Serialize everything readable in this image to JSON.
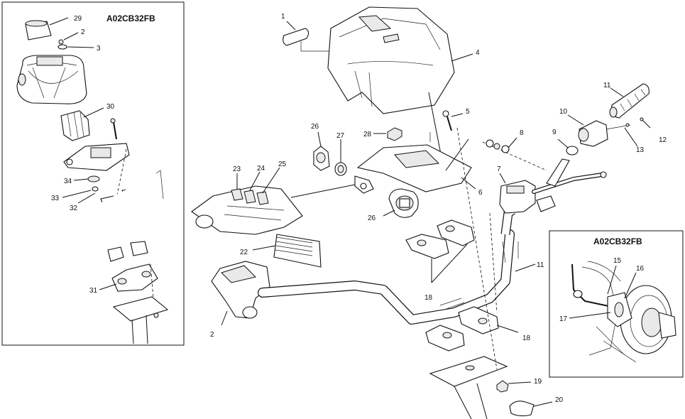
{
  "insets": {
    "left_code": "A02CB32FB",
    "right_code": "A02CB32FB"
  },
  "callouts": {
    "c1": "1",
    "c2": "2",
    "c2b": "2",
    "c3": "3",
    "c4": "4",
    "c5": "5",
    "c6": "6",
    "c7": "7",
    "c8": "8",
    "c9": "9",
    "c10": "10",
    "c11": "11",
    "c11b": "11",
    "c12": "12",
    "c13": "13",
    "c15": "15",
    "c16": "16",
    "c17": "17",
    "c18": "18",
    "c18b": "18",
    "c19": "19",
    "c20": "20",
    "c22": "22",
    "c23": "23",
    "c24": "24",
    "c25": "25",
    "c26": "26",
    "c26b": "26",
    "c27": "27",
    "c28": "28",
    "c29": "29",
    "c30": "30",
    "c31": "31",
    "c32": "32",
    "c33": "33",
    "c34": "34"
  }
}
